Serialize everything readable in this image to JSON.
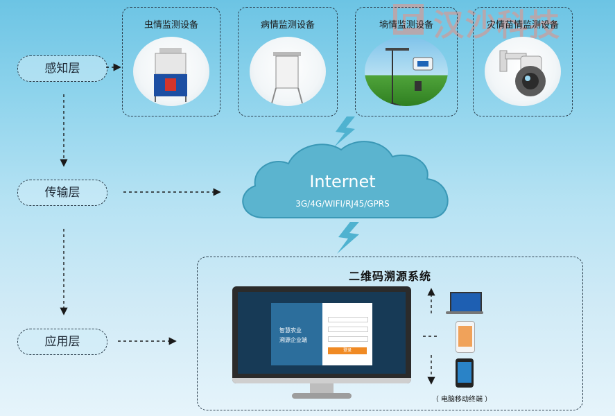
{
  "brand": {
    "logo_text": "汉沙科技"
  },
  "perception_layer": {
    "label": "感知层",
    "devices": [
      {
        "title": "虫情监测设备",
        "icon": "insect-trap-icon"
      },
      {
        "title": "病情监测设备",
        "icon": "spore-trap-icon"
      },
      {
        "title": "墒情监测设备",
        "icon": "soil-moisture-station-icon"
      },
      {
        "title": "灾情苗情监测设备",
        "icon": "dome-camera-icon"
      }
    ]
  },
  "transport_layer": {
    "label": "传输层",
    "cloud_title": "Internet",
    "cloud_subtitle": "3G/4G/WIFI/RJ45/GPRS"
  },
  "application_layer": {
    "label": "应用层",
    "system_title": "二维码溯源系统",
    "monitor_screen": {
      "brand_line1": "智慧农业",
      "brand_line2": "溯源企业端",
      "button": "登录"
    },
    "terminals_caption": "（ 电脑移动终端 ）"
  },
  "colors": {
    "sky_top": "#6cc4e4",
    "sky_bottom": "#e6f4fb",
    "cloud": "#5bb4cf",
    "dash": "#2a3c4a",
    "logo": "#b6a8ae"
  }
}
